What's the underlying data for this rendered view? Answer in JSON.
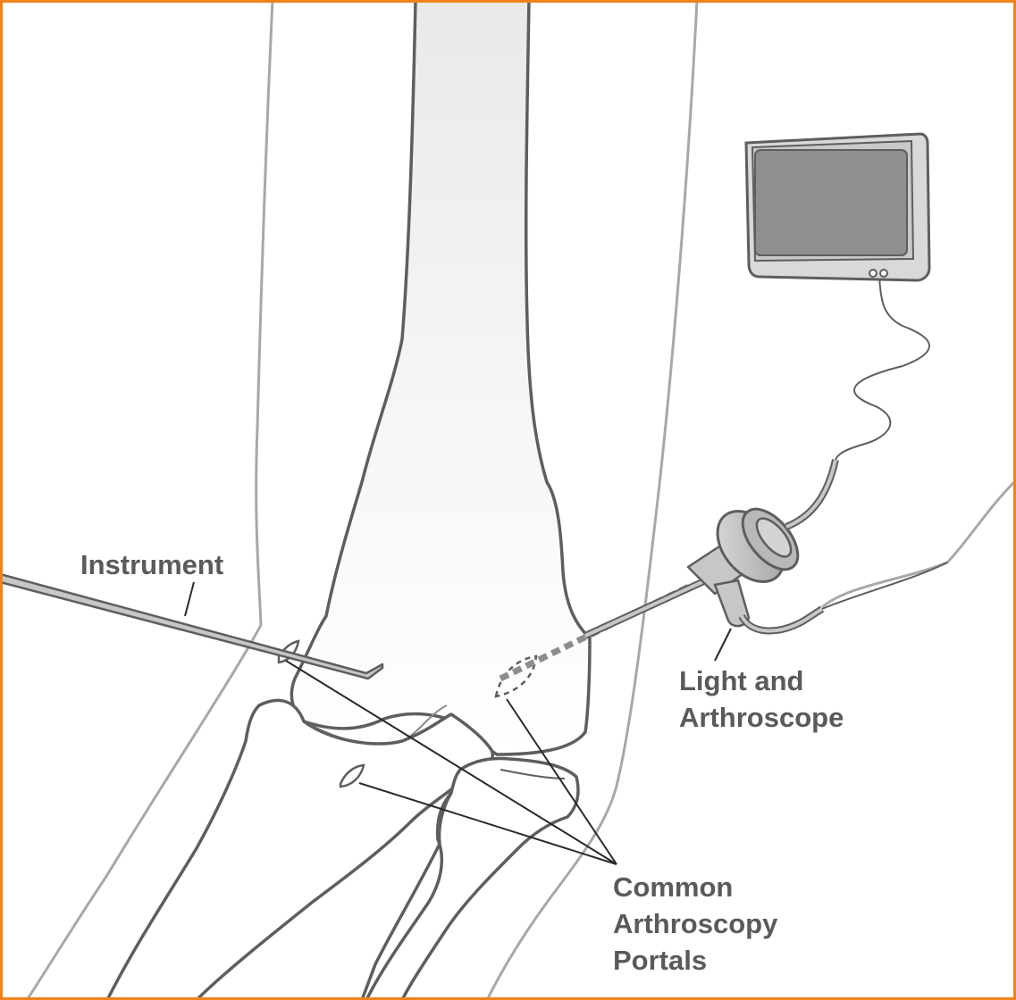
{
  "labels": {
    "instrument": "Instrument",
    "light_line1": "Light and",
    "light_line2": "Arthroscope",
    "portals_line1": "Common",
    "portals_line2": "Arthroscopy",
    "portals_line3": "Portals"
  },
  "colors": {
    "border": "#F0821E",
    "bone_line": "#5E5E60",
    "skin_line": "#A8A8AA",
    "label_text": "#5A5A5C",
    "instrument_fill": "#C7C7C8",
    "monitor_screen": "#8D8F91",
    "monitor_body": "#D9D9DA"
  }
}
